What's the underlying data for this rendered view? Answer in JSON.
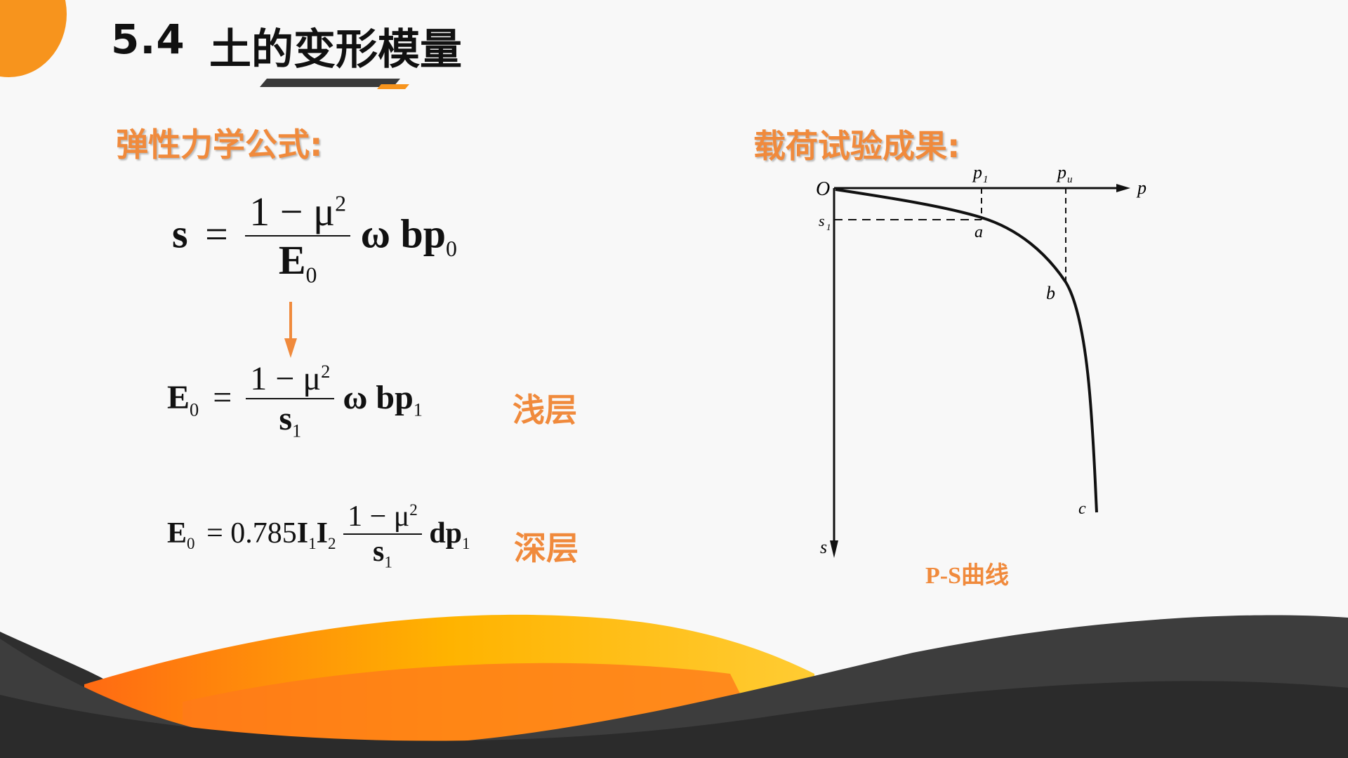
{
  "slide": {
    "section_number": "5.4",
    "title": "土的变形模量"
  },
  "left": {
    "heading": "弹性力学公式:",
    "formula1": {
      "lhs": "s",
      "eq": "=",
      "num": "1 − μ",
      "num_sup": "2",
      "den": "E",
      "den_sub": "0",
      "rhs": "ω bp",
      "rhs_sub": "0"
    },
    "formula2": {
      "lhs": "E",
      "lhs_sub": "0",
      "eq": "=",
      "num": "1 − μ",
      "num_sup": "2",
      "den": "s",
      "den_sub": "1",
      "rhs": "ω bp",
      "rhs_sub": "1",
      "label": "浅层"
    },
    "formula3": {
      "lhs": "E",
      "lhs_sub": "0",
      "eq": "= 0.785",
      "i1": "I",
      "i1_sub": "1",
      "i2": "I",
      "i2_sub": "2",
      "num": "1 − μ",
      "num_sup": "2",
      "den": "s",
      "den_sub": "1",
      "rhs": "dp",
      "rhs_sub": "1",
      "label": "深层"
    }
  },
  "right": {
    "heading": "载荷试验成果:",
    "graph": {
      "origin": "O",
      "x_axis": "p",
      "y_axis": "s",
      "p1": "p",
      "p1_sub": "1",
      "pu": "p",
      "pu_sub": "u",
      "s1": "s",
      "s1_sub": "1",
      "point_a": "a",
      "point_b": "b",
      "point_c": "c"
    },
    "caption": "P-S曲线"
  },
  "colors": {
    "accent": "#f7941d",
    "heading": "#f08a3c",
    "dark": "#3a3a3a"
  }
}
